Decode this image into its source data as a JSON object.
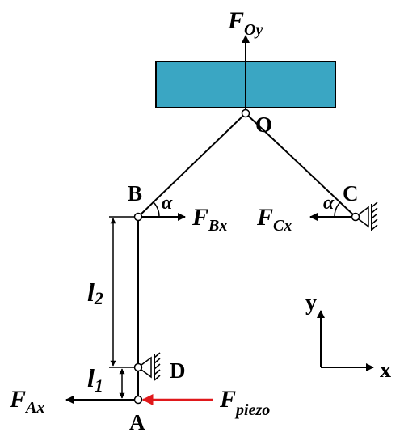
{
  "labels": {
    "force_oy_main": "F",
    "force_oy_sub": "Oy",
    "point_o": "O",
    "point_b": "B",
    "point_c": "C",
    "point_d": "D",
    "point_a": "A",
    "angle_b": "α",
    "angle_c": "α",
    "force_bx_main": "F",
    "force_bx_sub": "Bx",
    "force_cx_main": "F",
    "force_cx_sub": "Cx",
    "length_l2_main": "l",
    "length_l2_sub": "2",
    "length_l1_main": "l",
    "length_l1_sub": "1",
    "force_ax_main": "F",
    "force_ax_sub": "Ax",
    "force_piezo_main": "F",
    "force_piezo_sub": "piezo",
    "axis_y": "y",
    "axis_x": "x"
  },
  "colors": {
    "platform_fill": "#3aa6c3",
    "platform_stroke": "#000000",
    "line": "#000000",
    "piezo_arrow": "#e0181b",
    "text": "#000000"
  }
}
